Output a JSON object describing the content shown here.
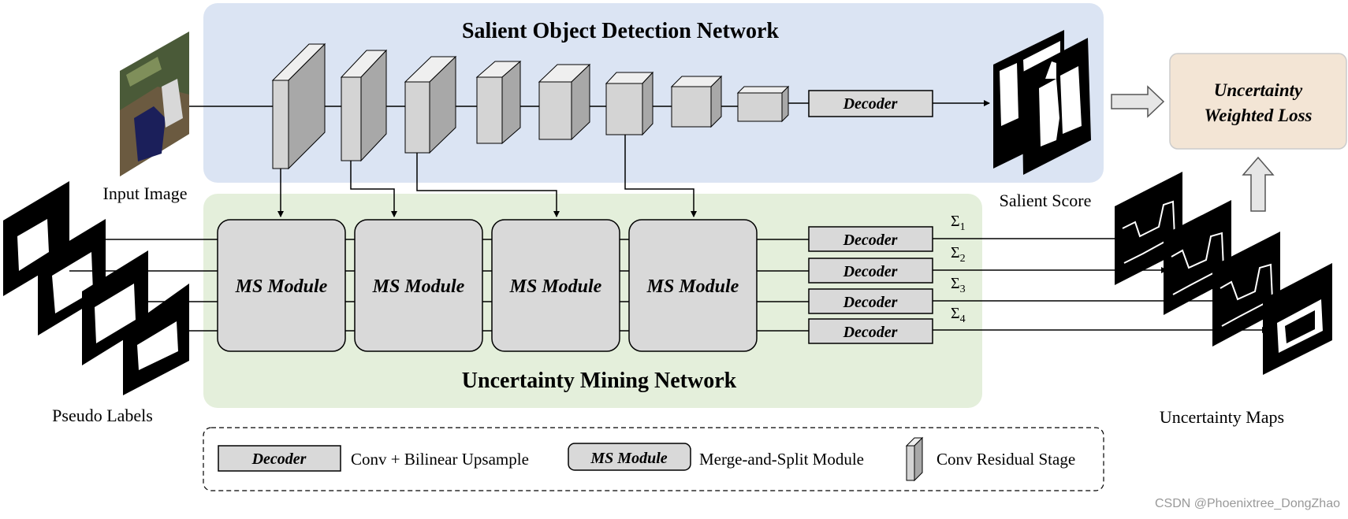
{
  "sod_network": {
    "title": "Salient Object Detection Network"
  },
  "umn_network": {
    "title": "Uncertainty Mining Network"
  },
  "labels": {
    "input_image": "Input Image",
    "salient_score": "Salient Score",
    "pseudo_labels": "Pseudo Labels",
    "uncertainty_maps": "Uncertainty Maps"
  },
  "decoder_label": "Decoder",
  "ms_module_label": "MS Module",
  "loss_box": {
    "line1": "Uncertainty",
    "line2": "Weighted Loss"
  },
  "sigmas": [
    {
      "symbol": "Σ",
      "sub": "1"
    },
    {
      "symbol": "Σ",
      "sub": "2"
    },
    {
      "symbol": "Σ",
      "sub": "3"
    },
    {
      "symbol": "Σ",
      "sub": "4"
    }
  ],
  "legend": {
    "decoder_label": "Decoder",
    "decoder_desc": "Conv + Bilinear Upsample",
    "ms_label": "MS Module",
    "ms_desc": "Merge-and-Split Module",
    "conv_desc": "Conv Residual Stage"
  },
  "watermark": "CSDN @Phoenixtree_DongZhao",
  "colors": {
    "sod_panel": "#dbe4f3",
    "umn_panel": "#e4efdb",
    "loss_box": "#f3e5d5",
    "module_fill": "#d9d9d9"
  }
}
